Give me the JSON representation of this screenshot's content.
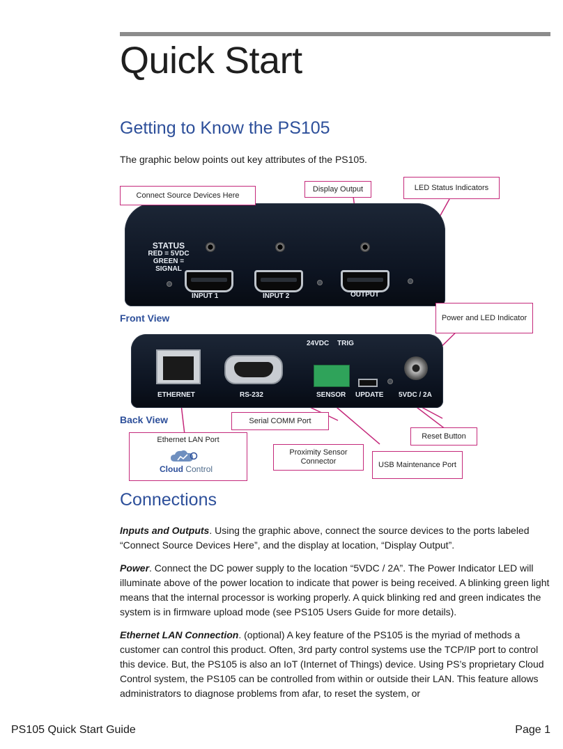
{
  "title": "Quick Start",
  "section1": {
    "heading": "Getting to Know the PS105",
    "intro": "The graphic below points out key attributes of the PS105."
  },
  "figure": {
    "callouts": {
      "connect_source": "Connect Source Devices Here",
      "display_output": "Display Output",
      "led_status": "LED Status Indicators",
      "power_led": "Power and LED Indicator",
      "serial_comm": "Serial COMM Port",
      "reset_button": "Reset Button",
      "ethernet_lan": "Ethernet LAN Port",
      "proximity_sensor": "Proximity Sensor Connector",
      "usb_maintenance": "USB Maintenance Port"
    },
    "front_view_label": "Front View",
    "back_view_label": "Back View",
    "front_panel": {
      "status": "STATUS",
      "status_red": "RED = 5VDC",
      "status_green": "GREEN = SIGNAL",
      "input1": "INPUT 1",
      "input2": "INPUT 2",
      "output": "OUTPUT"
    },
    "back_panel": {
      "ethernet": "ETHERNET",
      "rs232": "RS-232",
      "v24": "24VDC",
      "trig": "TRIG",
      "sensor": "SENSOR",
      "update": "UPDATE",
      "power": "5VDC / 2A"
    },
    "logo_text_1": "Cloud",
    "logo_text_2": "Control",
    "colors": {
      "callout_border": "#c4287a",
      "heading_blue": "#2d4f9a"
    }
  },
  "section2": {
    "heading": "Connections",
    "p1_lead": "Inputs and Outputs",
    "p1_body": ".  Using the graphic above, connect the source devices to the ports labeled “Connect Source Devices Here”, and the display at location, “Display Output”.",
    "p2_lead": "Power",
    "p2_body": ".  Connect the DC power supply to the location “5VDC / 2A”. The Power Indicator LED will illuminate above of the power location to indicate that power is being received. A blinking green light means that the internal processor is working properly. A quick blinking red and green indicates the system is in firmware upload mode (see PS105 Users Guide for more details).",
    "p3_lead": "Ethernet LAN Connection",
    "p3_body": ".  (optional) A key feature of the PS105 is the myriad of methods a customer can control this product. Often, 3rd party control systems use the TCP/IP port to control this device. But, the PS105 is also an IoT (Internet of Things) device. Using PS’s proprietary Cloud Control system, the PS105 can be controlled from within or outside their LAN. This feature allows administrators to diagnose problems from afar, to reset the system, or"
  },
  "footer": {
    "left": "PS105 Quick Start Guide",
    "right": "Page 1"
  }
}
